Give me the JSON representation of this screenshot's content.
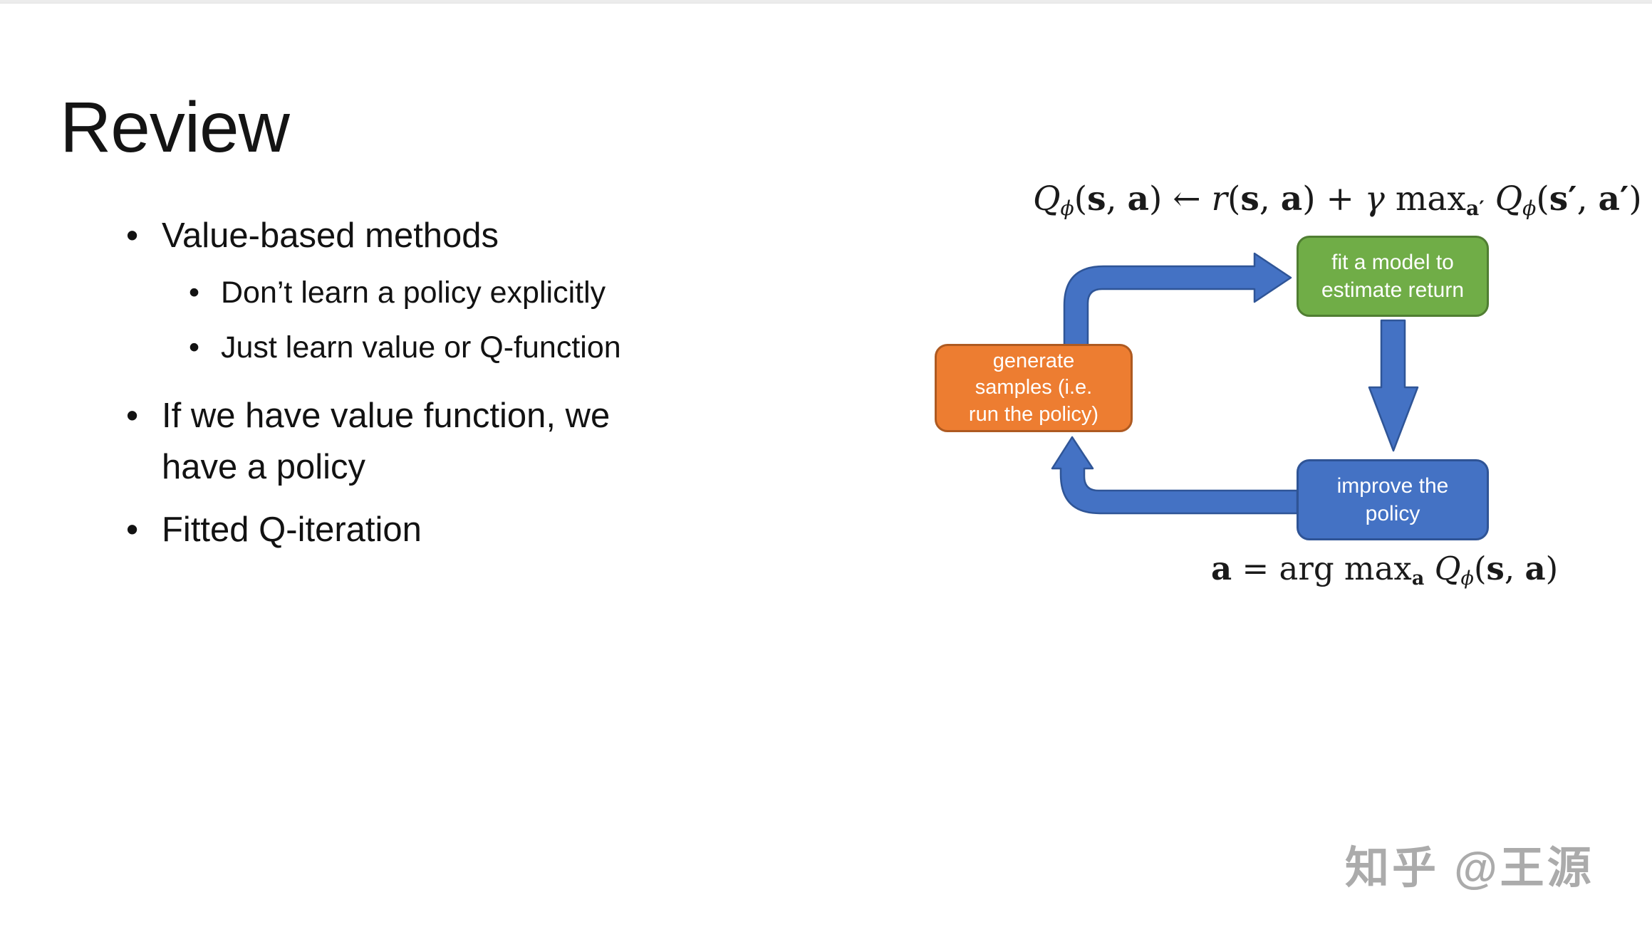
{
  "slide": {
    "title": "Review",
    "bullet_char": "•",
    "bullets": [
      {
        "level": 1,
        "text": "Value-based methods"
      },
      {
        "level": 2,
        "text": "Don’t learn a policy explicitly"
      },
      {
        "level": 2,
        "text": "Just learn value or Q-function"
      },
      {
        "level": 1,
        "text": "If we have value function, we\nhave a policy"
      },
      {
        "level": 1,
        "text": "Fitted Q-iteration"
      }
    ]
  },
  "diagram": {
    "arrow_fill": "#4472C4",
    "arrow_border": "#2F5597",
    "boxes": [
      {
        "id": "generate-samples",
        "label": "generate\nsamples (i.e.\nrun the policy)",
        "fill": "#ED7D31",
        "border": "#AE5A21"
      },
      {
        "id": "fit-model",
        "label": "fit a model to\nestimate return",
        "fill": "#70AD47",
        "border": "#507E32"
      },
      {
        "id": "improve-policy",
        "label": "improve the\npolicy",
        "fill": "#4472C4",
        "border": "#2F5496"
      }
    ]
  },
  "formulas": {
    "bellman": {
      "tokens": [
        {
          "t": "it",
          "v": "Q"
        },
        {
          "t": "sub",
          "v": "ϕ"
        },
        {
          "t": "up",
          "v": "("
        },
        {
          "t": "b",
          "v": "s"
        },
        {
          "t": "up",
          "v": ", "
        },
        {
          "t": "b",
          "v": "a"
        },
        {
          "t": "up",
          "v": ") ← "
        },
        {
          "t": "it",
          "v": "r"
        },
        {
          "t": "up",
          "v": "("
        },
        {
          "t": "b",
          "v": "s"
        },
        {
          "t": "up",
          "v": ", "
        },
        {
          "t": "b",
          "v": "a"
        },
        {
          "t": "up",
          "v": ") + "
        },
        {
          "t": "it",
          "v": "γ"
        },
        {
          "t": "up",
          "v": " max"
        },
        {
          "t": "subb",
          "v": "a′"
        },
        {
          "t": "up",
          "v": " "
        },
        {
          "t": "it",
          "v": "Q"
        },
        {
          "t": "sub",
          "v": "ϕ"
        },
        {
          "t": "up",
          "v": "("
        },
        {
          "t": "b",
          "v": "s′"
        },
        {
          "t": "up",
          "v": ", "
        },
        {
          "t": "b",
          "v": "a′"
        },
        {
          "t": "up",
          "v": ")"
        }
      ]
    },
    "argmax": {
      "tokens": [
        {
          "t": "b",
          "v": "a"
        },
        {
          "t": "up",
          "v": " = arg max"
        },
        {
          "t": "subb",
          "v": "a"
        },
        {
          "t": "up",
          "v": " "
        },
        {
          "t": "it",
          "v": "Q"
        },
        {
          "t": "sub",
          "v": "ϕ"
        },
        {
          "t": "up",
          "v": "("
        },
        {
          "t": "b",
          "v": "s"
        },
        {
          "t": "up",
          "v": ", "
        },
        {
          "t": "b",
          "v": "a"
        },
        {
          "t": "up",
          "v": ")"
        }
      ]
    }
  },
  "watermark": {
    "text": "知乎 @王源",
    "color": "#ABABAB"
  }
}
